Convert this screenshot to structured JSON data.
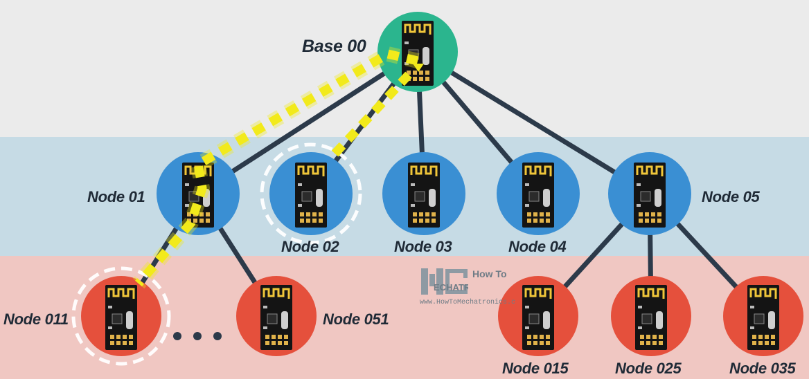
{
  "colors": {
    "band_top": "#ebebeb",
    "band_mid": "#c6dbe5",
    "band_bot": "#f0c7c2",
    "base_node": "#2bb58e",
    "level1_node": "#3a8fd3",
    "level2_node": "#e5503c",
    "link": "#2c3a4a",
    "highlight_path": "#f2ea1b",
    "module_pcb": "#141414",
    "antenna": "#f0c63a"
  },
  "nodes": {
    "base": {
      "label": "Base 00"
    },
    "n01": {
      "label": "Node 01"
    },
    "n02": {
      "label": "Node 02"
    },
    "n03": {
      "label": "Node 03"
    },
    "n04": {
      "label": "Node 04"
    },
    "n05": {
      "label": "Node 05"
    },
    "n011": {
      "label": "Node 011"
    },
    "n051": {
      "label": "Node 051"
    },
    "n015": {
      "label": "Node 015"
    },
    "n025": {
      "label": "Node 025"
    },
    "n035": {
      "label": "Node 035"
    }
  },
  "watermark": {
    "title": "How To",
    "url": "www.HowToMechatronics.c"
  }
}
